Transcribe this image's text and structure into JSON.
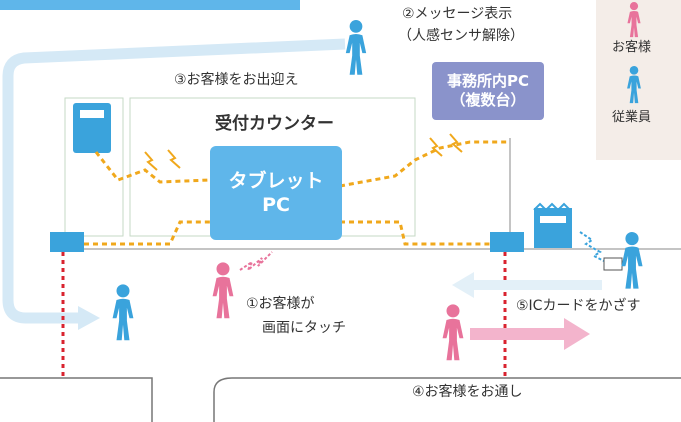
{
  "labels": {
    "step2_line1": "②メッセージ表示",
    "step2_line2": "（人感センサ解除）",
    "step3": "③お客様をお出迎え",
    "counter": "受付カウンター",
    "tablet_line1": "タブレット",
    "tablet_line2": "PC",
    "office_line1": "事務所内PC",
    "office_line2": "（複数台）",
    "step1_line1": "①お客様が",
    "step1_line2": "画面にタッチ",
    "step5": "⑤ICカードをかざす",
    "step4": "④お客様をお通し"
  },
  "legend": {
    "customer": "お客様",
    "staff": "従業員"
  },
  "colors": {
    "customer": "#e8739b",
    "staff": "#3aa3dc",
    "tablet_box": "#5fb6ea",
    "office_box": "#8a93cb",
    "dotted_path": "#f0a81c",
    "door_line": "#d9232f",
    "arrow_light_blue": "#d5e9f6",
    "arrow_pink": "#f3b4cc"
  }
}
